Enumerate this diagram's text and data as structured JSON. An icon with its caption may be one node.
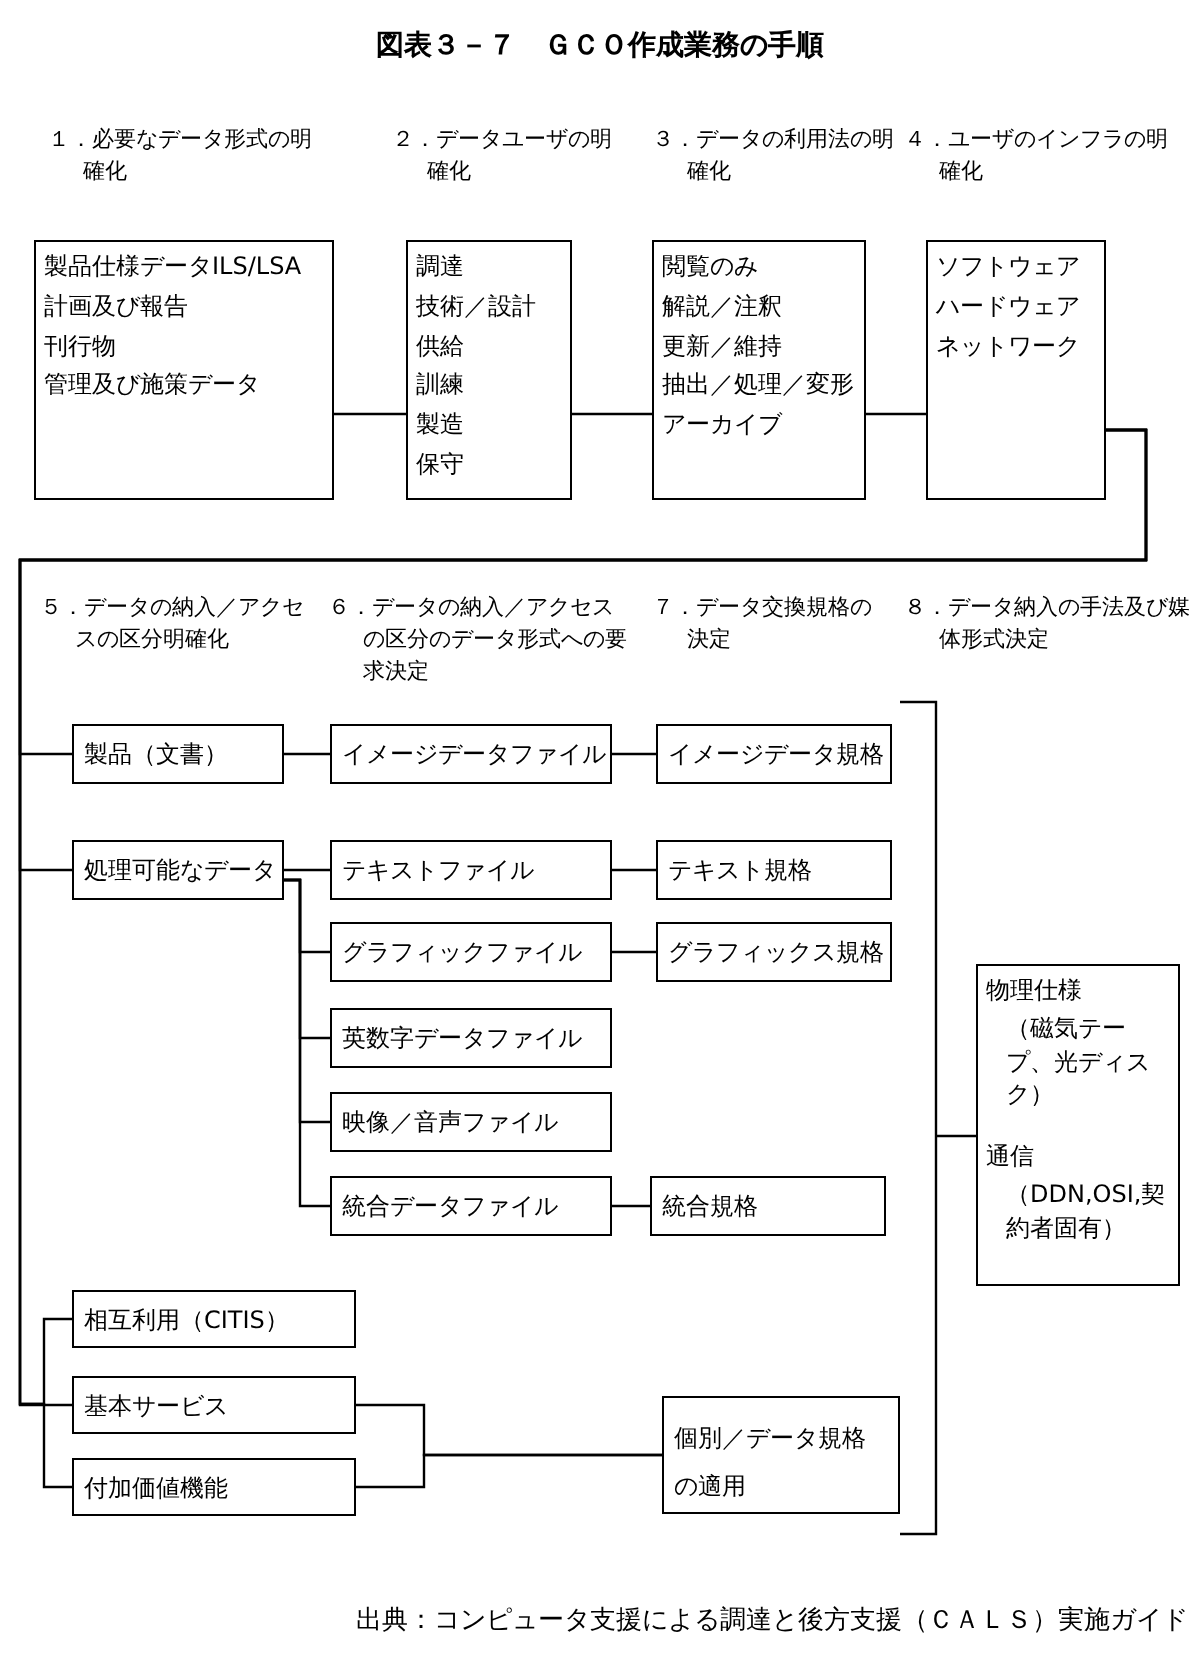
{
  "diagram": {
    "title": "図表３－７　ＧＣＯ作成業務の手順",
    "caption": "出典：コンピュータ支援による調達と後方支援（ＣＡＬＳ）実施ガイド",
    "nodes": [
      {
        "text": [
          "製品仕様データILS/LSA",
          "計画及び報告",
          "刊行物",
          "管理及び施策データ"
        ]
      },
      {
        "text": [
          "調達",
          "技術／設計",
          "供給",
          "訓練",
          "製造",
          "保守"
        ]
      },
      {
        "text": [
          "閲覧のみ",
          "解説／注釈",
          "更新／維持",
          "抽出／処理／変形",
          "アーカイブ"
        ]
      },
      {
        "text": [
          "ソフトウェア",
          "ハードウェア",
          "ネットワーク"
        ]
      },
      {
        "text": [
          "製品（文書）"
        ]
      },
      {
        "text": [
          "イメージデータファイル"
        ]
      },
      {
        "text": [
          "イメージデータ規格"
        ]
      },
      {
        "text": [
          "処理可能なデータ"
        ]
      },
      {
        "text": [
          "テキストファイル"
        ]
      },
      {
        "text": [
          "テキスト規格"
        ]
      },
      {
        "text": [
          "グラフィックファイル"
        ]
      },
      {
        "text": [
          "グラフィックス規格"
        ]
      },
      {
        "text": [
          "英数字データファイル"
        ]
      },
      {
        "text": [
          "映像／音声ファイル"
        ]
      },
      {
        "text": [
          "統合データファイル"
        ]
      },
      {
        "text": [
          "統合規格"
        ]
      },
      {
        "text": [
          "物理仕様",
          "（磁気テープ、光ディスク）",
          "通信",
          "（DDN,OSI,契約者固有）"
        ]
      },
      {
        "text": [
          "相互利用（CITIS）"
        ]
      },
      {
        "text": [
          "基本サービス"
        ]
      },
      {
        "text": [
          "付加価値機能"
        ]
      },
      {
        "text": [
          "個別／データ規格の適用"
        ]
      }
    ],
    "edges": [
      {
        "from": 0,
        "to": 1,
        "arrow": "none"
      },
      {
        "from": 1,
        "to": 2,
        "arrow": "none"
      },
      {
        "from": 2,
        "to": 3,
        "arrow": "none"
      },
      {
        "from": 3,
        "to": 4,
        "arrow": "none"
      },
      {
        "from": 3,
        "to": 7,
        "arrow": "none"
      },
      {
        "from": 3,
        "to": 17,
        "arrow": "none"
      },
      {
        "from": 3,
        "to": 18,
        "arrow": "none"
      },
      {
        "from": 3,
        "to": 19,
        "arrow": "none"
      },
      {
        "from": 4,
        "to": 5,
        "arrow": "none"
      },
      {
        "from": 5,
        "to": 6,
        "arrow": "none"
      },
      {
        "from": 7,
        "to": 8,
        "arrow": "none"
      },
      {
        "from": 7,
        "to": 10,
        "arrow": "none"
      },
      {
        "from": 7,
        "to": 12,
        "arrow": "none"
      },
      {
        "from": 7,
        "to": 13,
        "arrow": "none"
      },
      {
        "from": 7,
        "to": 14,
        "arrow": "none"
      },
      {
        "from": 8,
        "to": 9,
        "arrow": "none"
      },
      {
        "from": 10,
        "to": 11,
        "arrow": "none"
      },
      {
        "from": 14,
        "to": 15,
        "arrow": "none"
      },
      {
        "from": 18,
        "to": 20,
        "arrow": "none"
      },
      {
        "from": 19,
        "to": 20,
        "arrow": "none"
      }
    ],
    "labels": [
      "１．必要なデータ形式の明確化",
      "２．データユーザの明確化",
      "３．データの利用法の明確化",
      "４．ユーザのインフラの明確化",
      "５．データの納入／アクセスの区分明確化",
      "６．データの納入／アクセスの区分のデータ形式への要求決定",
      "７．データ交換規格の決定",
      "８．データ納入の手法及び媒体形式決定"
    ]
  }
}
